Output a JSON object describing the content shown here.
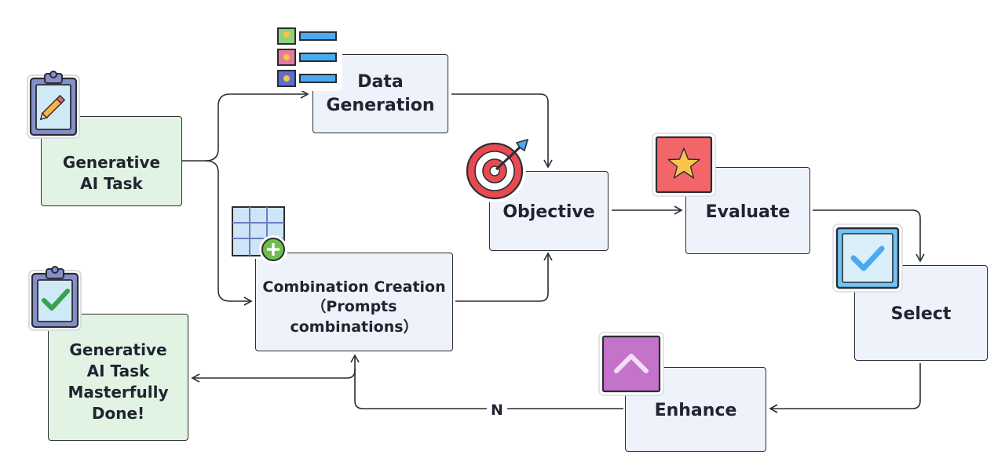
{
  "nodes": {
    "generative_task": "Generative\nAI Task",
    "data_generation": "Data\nGeneration",
    "combination_creation": "Combination Creation\n（Prompts\ncombinations）",
    "objective": "Objective",
    "evaluate": "Evaluate",
    "select": "Select",
    "enhance": "Enhance",
    "done": "Generative\nAI Task\nMasterfully\nDone!"
  },
  "edge_labels": {
    "loop_no": "N"
  },
  "icons": {
    "generative_task": "clipboard-pencil-icon",
    "data_generation": "image-list-icon",
    "combination_creation": "table-add-icon",
    "objective": "target-arrow-icon",
    "evaluate": "star-icon",
    "select": "checkbox-icon",
    "enhance": "chevron-up-icon",
    "done": "clipboard-check-icon"
  },
  "colors": {
    "green_box": "#e1f4e3",
    "blue_box": "#eef2fb",
    "line": "#2b2d33",
    "star_tile": "#f2666a",
    "star": "#f8c44a",
    "check_tile": "#6fc5f5",
    "chevron_tile": "#c373c9",
    "target_red": "#e84a4f"
  }
}
